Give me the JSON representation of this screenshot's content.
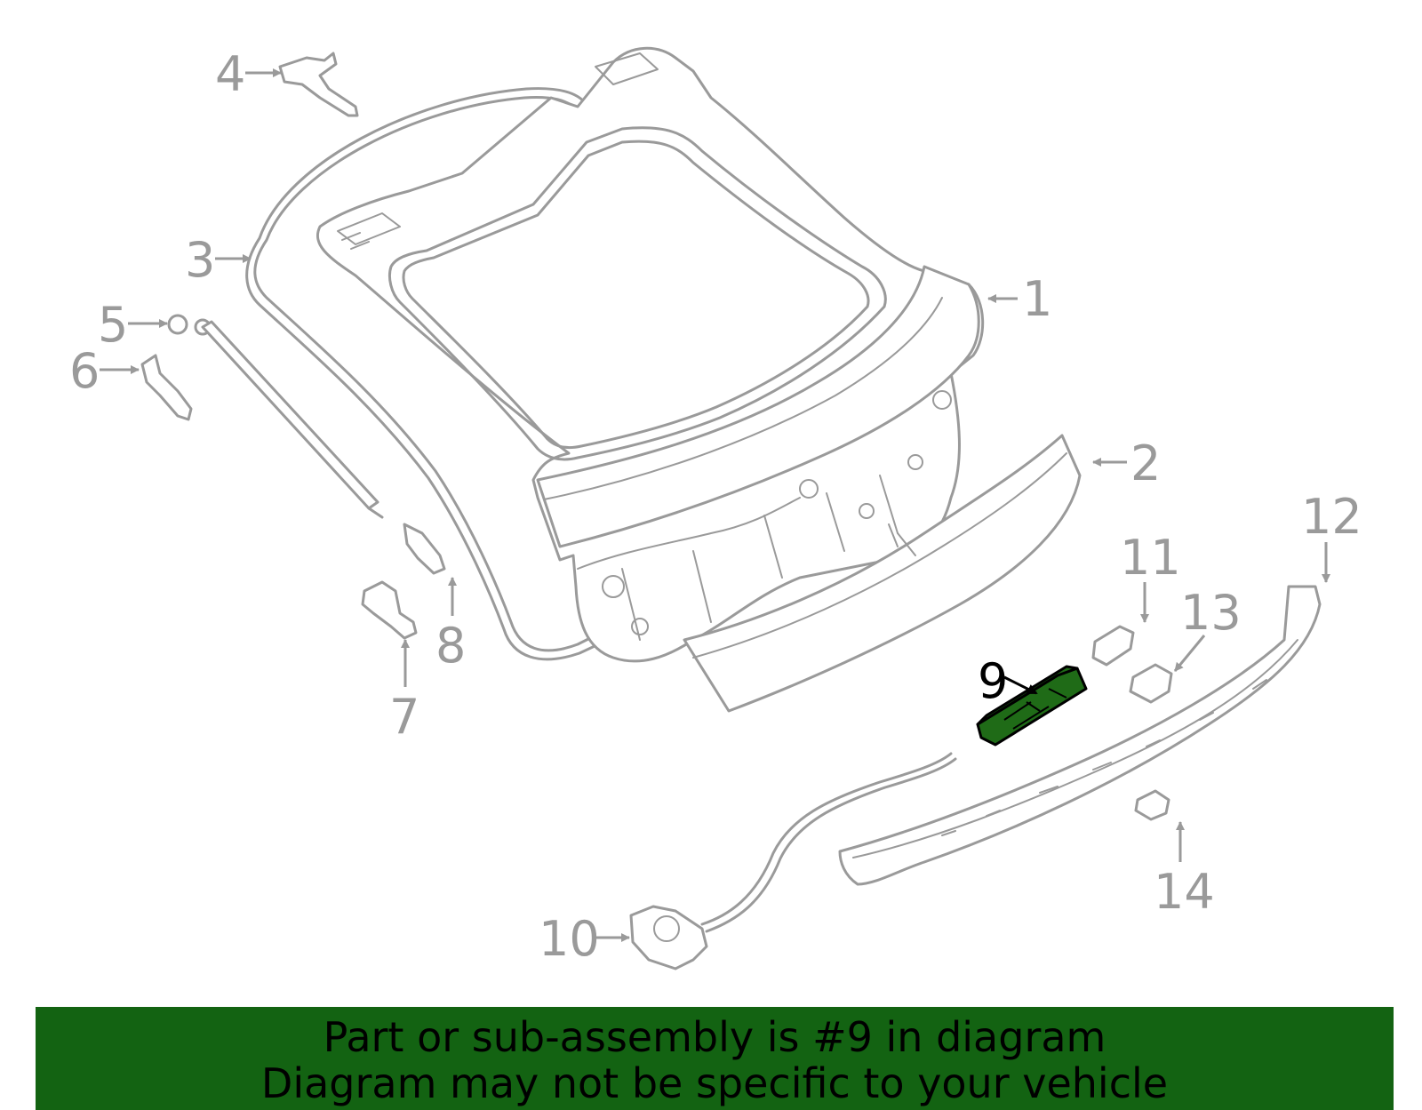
{
  "callouts": [
    {
      "id": "1",
      "label": "1"
    },
    {
      "id": "2",
      "label": "2"
    },
    {
      "id": "3",
      "label": "3"
    },
    {
      "id": "4",
      "label": "4"
    },
    {
      "id": "5",
      "label": "5"
    },
    {
      "id": "6",
      "label": "6"
    },
    {
      "id": "7",
      "label": "7"
    },
    {
      "id": "8",
      "label": "8"
    },
    {
      "id": "9",
      "label": "9",
      "highlighted": true
    },
    {
      "id": "10",
      "label": "10"
    },
    {
      "id": "11",
      "label": "11"
    },
    {
      "id": "12",
      "label": "12"
    },
    {
      "id": "13",
      "label": "13"
    },
    {
      "id": "14",
      "label": "14"
    }
  ],
  "banner": {
    "line1": "Part or sub-assembly is #9 in diagram",
    "line2": "Diagram may not be specific to your vehicle"
  },
  "colors": {
    "part_stroke": "#9a9a9a",
    "highlight_part": "#1f6b17",
    "banner_background": "#136312",
    "text_dark": "#000000"
  }
}
